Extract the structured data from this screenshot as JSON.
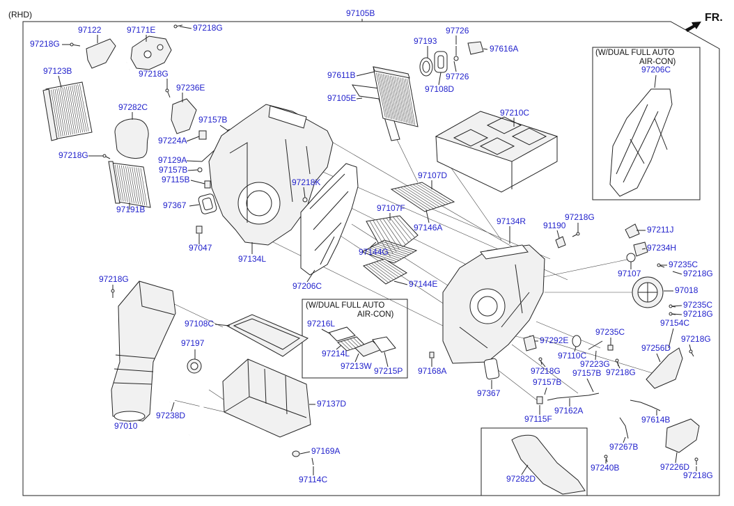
{
  "header": {
    "variant": "(RHD)",
    "assembly_part": "97105B",
    "direction": "FR."
  },
  "option_boxes": [
    {
      "line1": "(W/DUAL FULL AUTO",
      "line2": "AIR-CON)"
    },
    {
      "line1": "(W/DUAL FULL AUTO",
      "line2": "AIR-CON)"
    }
  ],
  "parts": [
    "97122",
    "97171E",
    "97218G",
    "97218G",
    "97123B",
    "97218G",
    "97236E",
    "97282C",
    "97157B",
    "97224A",
    "97218G",
    "97129A",
    "97157B",
    "97115B",
    "97367",
    "97191B",
    "97047",
    "97134L",
    "97193",
    "97726",
    "97616A",
    "97611B",
    "97726",
    "97108D",
    "97105E",
    "97210C",
    "97218K",
    "97107D",
    "97107F",
    "97146A",
    "97134R",
    "91190",
    "97218G",
    "97144G",
    "97144E",
    "97206C",
    "97211J",
    "97234H",
    "97235C",
    "97107",
    "97218G",
    "97018",
    "97235C",
    "97218G",
    "97154C",
    "97235C",
    "97218G",
    "97256D",
    "97292E",
    "97110C",
    "97223G",
    "97218G",
    "97218G",
    "97157B",
    "97157B",
    "97162A",
    "97115F",
    "97367",
    "97168A",
    "97614B",
    "97267B",
    "97240B",
    "97226D",
    "97218G",
    "97282D",
    "97218G",
    "97108C",
    "97197",
    "97238D",
    "97010",
    "97137D",
    "97169A",
    "97114C",
    "97206C",
    "97216L",
    "97214L",
    "97213W",
    "97215P"
  ],
  "colors": {
    "part_label": "#2222cc",
    "line_art": "#222222",
    "background": "#ffffff"
  }
}
